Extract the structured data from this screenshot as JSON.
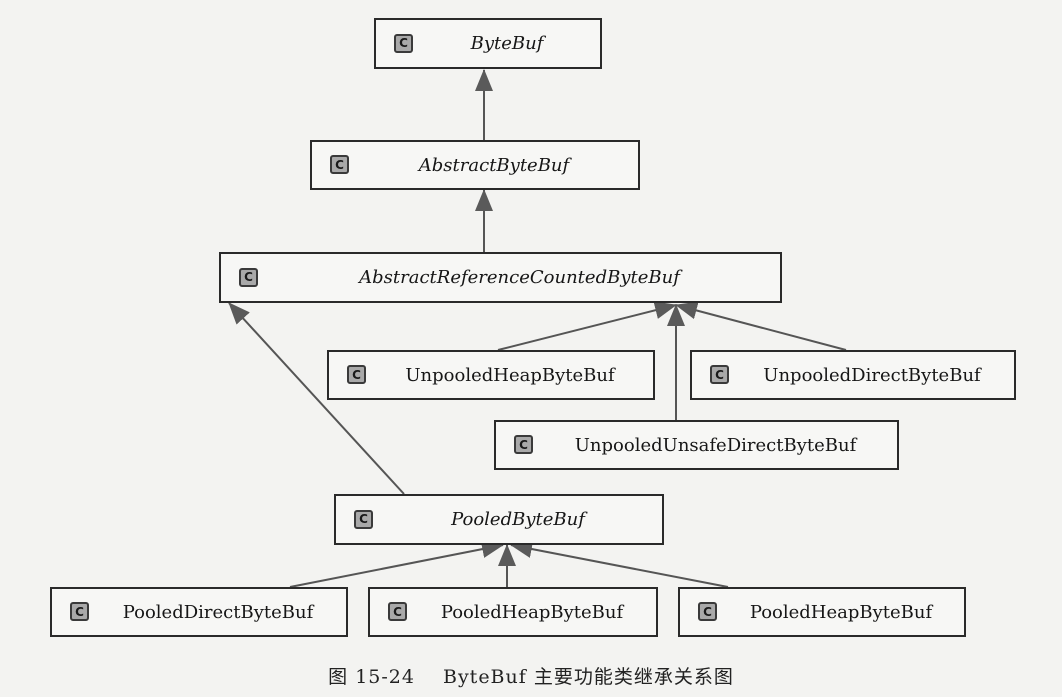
{
  "nodes": {
    "bytebuf": {
      "icon": "C",
      "name": "ByteBuf"
    },
    "abstract_bytebuf": {
      "icon": "C",
      "name": "AbstractByteBuf"
    },
    "abstract_ref": {
      "icon": "C",
      "name": "AbstractReferenceCountedByteBuf"
    },
    "unpooled_heap": {
      "icon": "C",
      "name": "UnpooledHeapByteBuf"
    },
    "unpooled_direct": {
      "icon": "C",
      "name": "UnpooledDirectByteBuf"
    },
    "unpooled_unsafe_direct": {
      "icon": "C",
      "name": "UnpooledUnsafeDirectByteBuf"
    },
    "pooled": {
      "icon": "C",
      "name": "PooledByteBuf"
    },
    "pooled_direct": {
      "icon": "C",
      "name": "PooledDirectByteBuf"
    },
    "pooled_heap_1": {
      "icon": "C",
      "name": "PooledHeapByteBuf"
    },
    "pooled_heap_2": {
      "icon": "C",
      "name": "PooledHeapByteBuf"
    }
  },
  "caption": {
    "figure_number": "图 15-24",
    "text": "ByteBuf 主要功能类继承关系图"
  },
  "colors": {
    "box_border": "#2a2a2a",
    "arrow": "#555555",
    "icon_fill": "#a9a9a9"
  }
}
